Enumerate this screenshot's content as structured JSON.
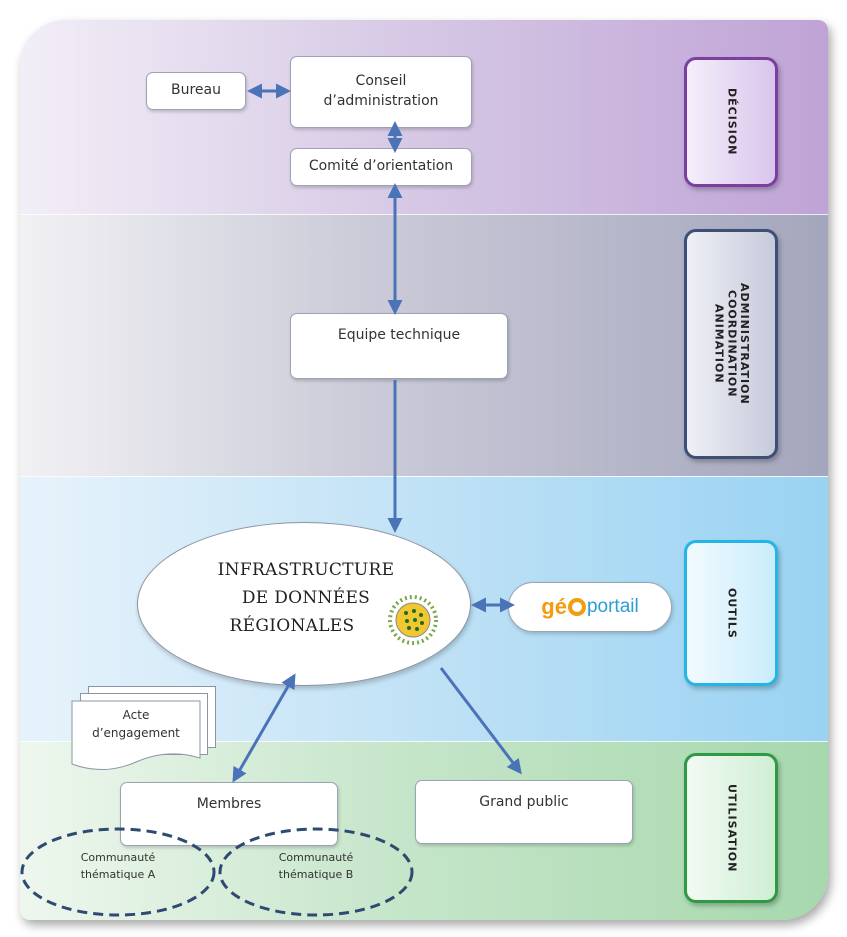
{
  "nodes": {
    "bureau": "Bureau",
    "conseil_line1": "Conseil",
    "conseil_line2": "d’administration",
    "comite": "Comité d’orientation",
    "equipe": "Equipe technique",
    "idr_line1": "INFRASTRUCTURE",
    "idr_line2": "DE DONNÉES",
    "idr_line3": "RÉGIONALES",
    "membres": "Membres",
    "grand_public": "Grand public",
    "acte_line1": "Acte",
    "acte_line2": "d’engagement",
    "communaute_a_line1": "Communauté",
    "communaute_a_line2": "thématique A",
    "communaute_b_line1": "Communauté",
    "communaute_b_line2": "thématique B"
  },
  "logos": {
    "geoportail_part1": "gé",
    "geoportail_part2": "portail",
    "inspire_icon": "inspire-logo"
  },
  "sections": {
    "decision": "DÉCISION",
    "admin": "ADMINISTRATION\nCOORDINATION\nANIMATION",
    "outils": "OUTILS",
    "utilisation": "UTILISATION"
  },
  "colors": {
    "decision": "#7b3fa0",
    "admin": "#3d4f74",
    "outils": "#22b5e6",
    "utilisation": "#2e9a45",
    "arrow": "#4a73b8"
  }
}
